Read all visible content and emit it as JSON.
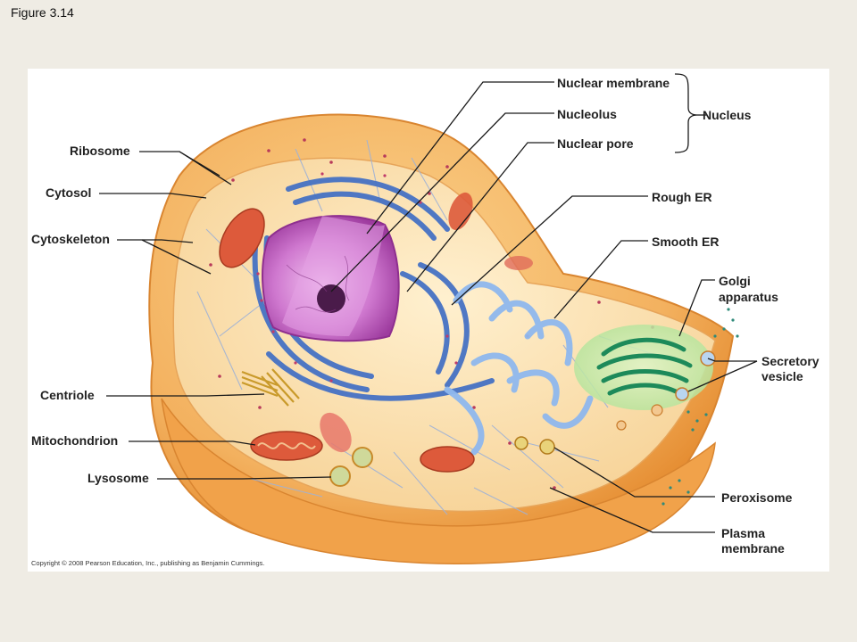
{
  "figure": {
    "caption": "Figure 3.14",
    "copyright": "Copyright © 2008 Pearson Education, Inc., publishing as Benjamin Cummings."
  },
  "labels": {
    "ribosome": "Ribosome",
    "cytosol": "Cytosol",
    "cytoskeleton": "Cytoskeleton",
    "centriole": "Centriole",
    "mitochondrion": "Mitochondrion",
    "lysosome": "Lysosome",
    "nuclear_membrane": "Nuclear membrane",
    "nucleolus": "Nucleolus",
    "nuclear_pore": "Nuclear pore",
    "nucleus": "Nucleus",
    "rough_er": "Rough ER",
    "smooth_er": "Smooth ER",
    "golgi_line1": "Golgi",
    "golgi_line2": "apparatus",
    "secretory_line1": "Secretory",
    "secretory_line2": "vesicle",
    "peroxisome": "Peroxisome",
    "plasma_line1": "Plasma",
    "plasma_line2": "membrane"
  },
  "colors": {
    "page_bg": "#efece4",
    "cell_outer": "#f0a850",
    "cytosol": "#f8d9a0",
    "nucleus": "#b04cb0",
    "nucleus_inner": "#e7a6e6",
    "rough_er": "#4f7fd0",
    "smooth_er": "#8db7ea",
    "golgi": "#2f9a6a",
    "mitochondria": "#d9573a"
  }
}
